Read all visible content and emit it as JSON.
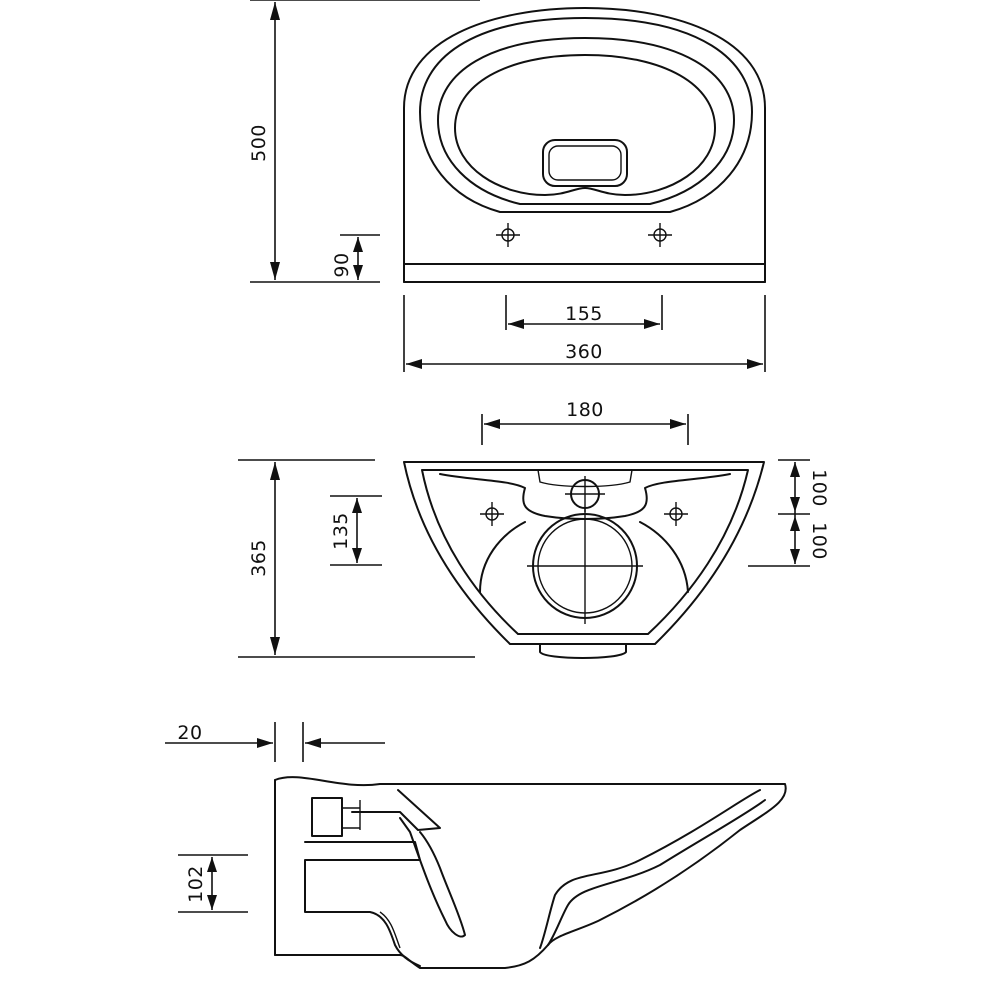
{
  "dimensions": {
    "top_view": {
      "depth": "500",
      "fix_height": "90",
      "bolt_spacing": "155",
      "width": "360"
    },
    "bottom_view": {
      "inlet_spacing": "180",
      "depth": "365",
      "offset": "135",
      "upper": "100",
      "lower": "100"
    },
    "side_view": {
      "wall_gap": "20",
      "outlet_height": "102"
    }
  }
}
